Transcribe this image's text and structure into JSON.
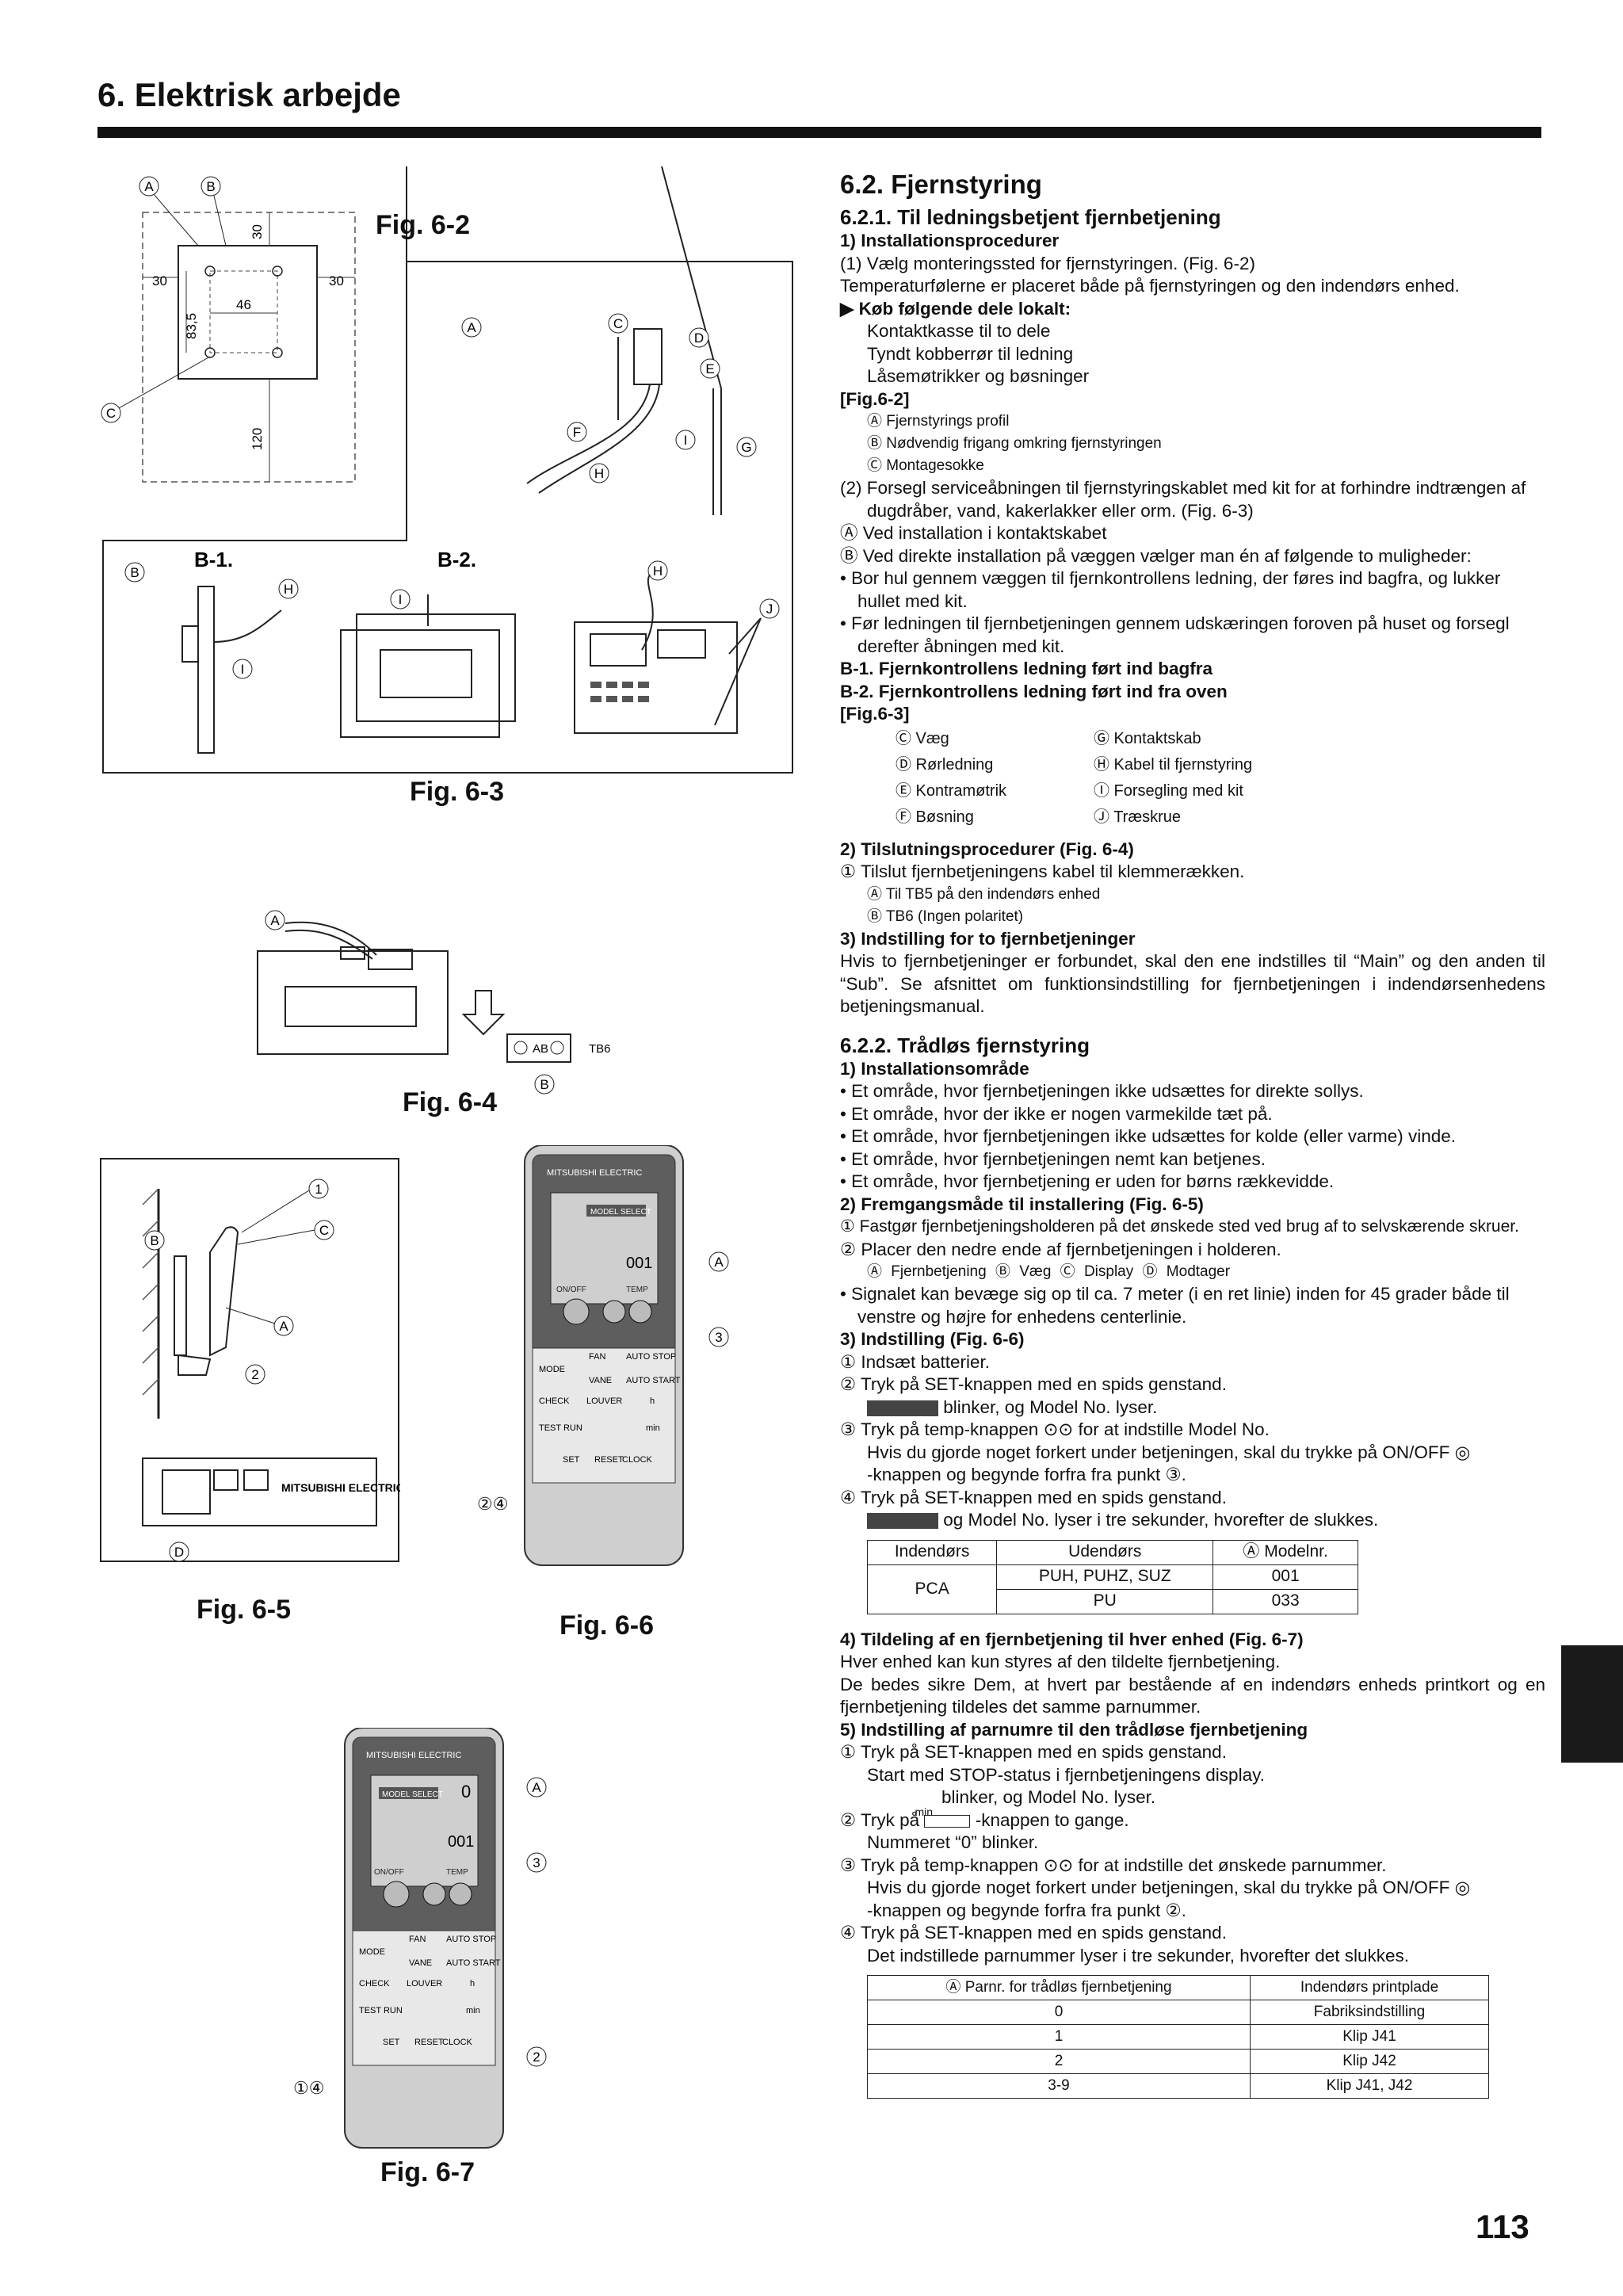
{
  "header": {
    "title": "6. Elektrisk arbejde"
  },
  "page_number": "113",
  "figures": {
    "fig_6_2": "Fig. 6-2",
    "fig_6_3": "Fig. 6-3",
    "fig_6_4": "Fig. 6-4",
    "fig_6_5": "Fig. 6-5",
    "fig_6_6": "Fig. 6-6",
    "fig_6_7": "Fig. 6-7",
    "dims": {
      "d30a": "30",
      "d30b": "30",
      "d30c": "30",
      "d46": "46",
      "d835": "83,5",
      "d120": "120"
    },
    "b1": "B-1.",
    "b2": "B-2.",
    "tb6": "TB6",
    "ab": "AB",
    "brand": "MITSUBISHI ELECTRIC",
    "remote": {
      "onoff": "ON/OFF",
      "temp": "TEMP",
      "fan": "FAN",
      "auto_stop": "AUTO STOP",
      "mode": "MODE",
      "vane": "VANE",
      "auto_start": "AUTO START",
      "check": "CHECK",
      "louver": "LOUVER",
      "h": "h",
      "test_run": "TEST RUN",
      "min": "min",
      "set": "SET",
      "reset": "RESET",
      "clock": "CLOCK",
      "model_select": "MODEL SELECT",
      "code": "001",
      "zero": "0"
    },
    "callouts_fig66": [
      "②④"
    ],
    "callouts_fig67": [
      "①④"
    ]
  },
  "right": {
    "s62": "6.2. Fjernstyring",
    "s621": "6.2.1. Til ledningsbetjent fjernbetjening",
    "p1": "1) Installationsprocedurer",
    "p1a": "(1) Vælg monteringssted for fjernstyringen. (Fig. 6-2)",
    "p1b": "Temperaturfølerne er placeret både på fjernstyringen og den indendørs enhed.",
    "buy_title": "Køb følgende dele lokalt:",
    "buy": [
      "Kontaktkasse til to dele",
      "Tyndt kobberrør til ledning",
      "Låsemøtrikker og bøsninger"
    ],
    "fig62_ref": "[Fig.6-2]",
    "fig62_items": [
      "Ⓐ Fjernstyrings profil",
      "Ⓑ Nødvendig frigang omkring fjernstyringen",
      "Ⓒ Montagesokke"
    ],
    "p2": "(2) Forsegl serviceåbningen til fjernstyringskablet med kit for at forhindre indtrængen af dugdråber, vand, kakerlakker eller orm. (Fig. 6-3)",
    "p2a": "Ⓐ Ved installation i kontaktskabet",
    "p2b": "Ⓑ Ved direkte installation på væggen vælger man én af følgende to muligheder:",
    "p2c": "• Bor hul gennem væggen til fjernkontrollens ledning, der føres ind bagfra, og lukker hullet med kit.",
    "p2d": "• Før ledningen til fjernbetjeningen gennem udskæringen foroven på huset og forsegl derefter åbningen med kit.",
    "b1": "B-1. Fjernkontrollens ledning ført ind bagfra",
    "b2": "B-2. Fjernkontrollens ledning ført ind fra oven",
    "fig63_ref": "[Fig.6-3]",
    "fig63_items": [
      "Ⓒ Væg",
      "Ⓖ Kontaktskab",
      "Ⓓ Rørledning",
      "Ⓗ Kabel til fjernstyring",
      "Ⓔ Kontramøtrik",
      "Ⓘ Forsegling med kit",
      "Ⓕ Bøsning",
      "Ⓙ Træskrue"
    ],
    "s2": "2) Tilslutningsprocedurer (Fig. 6-4)",
    "s2a": "① Tilslut fjernbetjeningens kabel til klemmerækken.",
    "s2b": "Ⓐ Til TB5 på den indendørs enhed",
    "s2c": "Ⓑ TB6 (Ingen polaritet)",
    "s3": "3) Indstilling for to fjernbetjeninger",
    "s3a": "Hvis to fjernbetjeninger er forbundet, skal den ene indstilles til “Main” og den anden til “Sub”. Se afsnittet om funktionsindstilling for fjernbetjeningen i indendørsenhedens betjeningsmanual.",
    "s622": "6.2.2. Trådløs fjernstyring",
    "w1": "1) Installationsområde",
    "w1_items": [
      "• Et område, hvor fjernbetjeningen ikke udsættes for direkte sollys.",
      "• Et område, hvor der ikke er nogen varmekilde tæt på.",
      "• Et område, hvor fjernbetjeningen ikke udsættes for kolde (eller varme) vinde.",
      "• Et område, hvor fjernbetjeningen nemt kan betjenes.",
      "• Et område, hvor fjernbetjening er uden for børns rækkevidde."
    ],
    "w2": "2) Fremgangsmåde til installering (Fig. 6-5)",
    "w2a": "① Fastgør fjernbetjeningsholderen på det ønskede sted ved brug af to selvskærende skruer.",
    "w2b": "② Placer den nedre ende af fjernbetjeningen i holderen.",
    "w2c": "Ⓐ Fjernbetjening  Ⓑ Væg  Ⓒ Display  Ⓓ Modtager",
    "w2d": "• Signalet kan bevæge sig op til ca. 7 meter (i en ret linie) inden for 45 grader både til venstre og højre for enhedens centerlinie.",
    "w3": "3) Indstilling (Fig. 6-6)",
    "w3a": "① Indsæt batterier.",
    "w3b": "② Tryk på SET-knappen med en spids genstand.",
    "w3c": "blinker, og Model No. lyser.",
    "w3d": "③ Tryk på temp-knappen",
    "w3d2": "for at indstille Model No.",
    "w3e": "Hvis du gjorde noget forkert under betjeningen, skal du trykke på ON/OFF",
    "w3f": "-knappen og begynde forfra fra punkt ③.",
    "w3g": "④ Tryk på SET-knappen med en spids genstand.",
    "w3h": "og Model No. lyser i tre sekunder, hvorefter de slukkes.",
    "table1": {
      "headers": [
        "Indendørs",
        "Udendørs",
        "Ⓐ Modelnr."
      ],
      "pca": "PCA",
      "rows": [
        [
          "PUH, PUHZ, SUZ",
          "001"
        ],
        [
          "PU",
          "033"
        ]
      ]
    },
    "w4": "4) Tildeling af en fjernbetjening til hver enhed (Fig. 6-7)",
    "w4a": "Hver enhed kan kun styres af den tildelte fjernbetjening.",
    "w4b": "De bedes sikre Dem, at hvert par bestående af en indendørs enheds printkort og en fjernbetjening tildeles det samme parnummer.",
    "w5": "5) Indstilling af parnumre til den trådløse fjernbetjening",
    "w5a": "① Tryk på SET-knappen med en spids genstand.",
    "w5b": "Start med STOP-status i fjernbetjeningens display.",
    "w5c": "blinker, og Model No. lyser.",
    "w5d": "② Tryk på",
    "w5d2": "-knappen to gange.",
    "w5d_min": "min",
    "w5e": "Nummeret “0” blinker.",
    "w5f": "③ Tryk på temp-knappen",
    "w5f2": "for at indstille det ønskede parnummer.",
    "w5g": "Hvis du gjorde noget forkert under betjeningen, skal du trykke på ON/OFF",
    "w5h": "-knappen og begynde forfra fra punkt ②.",
    "w5i": "④ Tryk på SET-knappen med en spids genstand.",
    "w5j": "Det indstillede parnummer lyser i tre sekunder, hvorefter det slukkes.",
    "table2": {
      "headers": [
        "Ⓐ Parnr. for trådløs fjernbetjening",
        "Indendørs printplade"
      ],
      "rows": [
        [
          "0",
          "Fabriksindstilling"
        ],
        [
          "1",
          "Klip J41"
        ],
        [
          "2",
          "Klip J42"
        ],
        [
          "3-9",
          "Klip J41, J42"
        ]
      ]
    }
  }
}
